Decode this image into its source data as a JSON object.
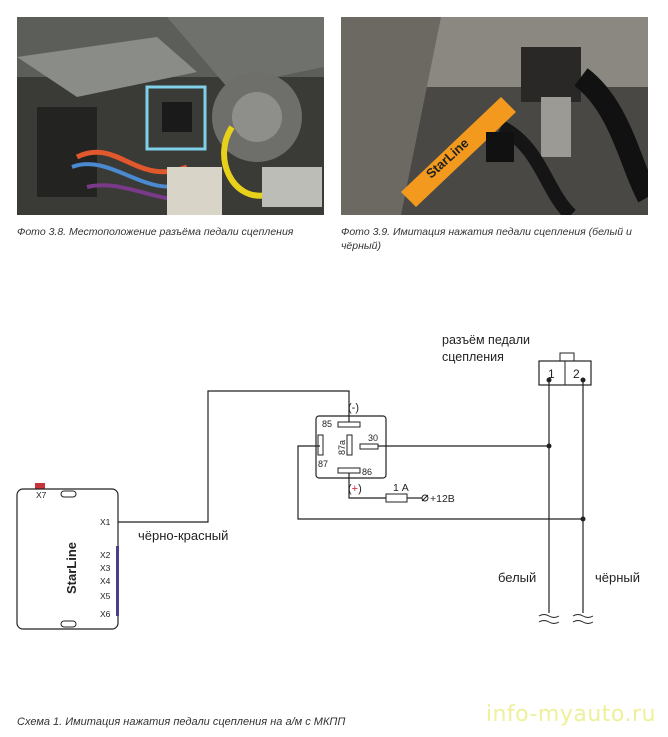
{
  "photos": {
    "photo1": {
      "caption": "Фото 3.8. Местоположение разъёма педали сцепления"
    },
    "photo2": {
      "caption": "Фото 3.9. Имитация нажатия педали сцепления (белый и чёрный)",
      "tool_label": "StarLine"
    }
  },
  "diagram": {
    "connector_label_line1": "разъём педали",
    "connector_label_line2": "сцепления",
    "pin1": "1",
    "pin2": "2",
    "relay": {
      "minus": "(-)",
      "plus": "(+)",
      "pin85": "85",
      "pin87a": "87a",
      "pin30": "30",
      "pin87": "87",
      "pin86": "86"
    },
    "fuse_label": "1 А",
    "supply_label": "+12В",
    "wire_label": "чёрно-красный",
    "white_label": "белый",
    "black_label": "чёрный",
    "module": {
      "brand": "StarLine",
      "ports": [
        "X7",
        "X1",
        "X2",
        "X3",
        "X4",
        "X5",
        "X6"
      ]
    }
  },
  "schema_caption": "Схема 1.  Имитация нажатия педали сцепления на а/м с МКПП",
  "watermark": "info-myauto.ru",
  "colors": {
    "highlight_box": "#7fd0e8",
    "plus_sign": "#d0202a",
    "module_led": "#c8323a",
    "tool_orange": "#f39a1e"
  }
}
